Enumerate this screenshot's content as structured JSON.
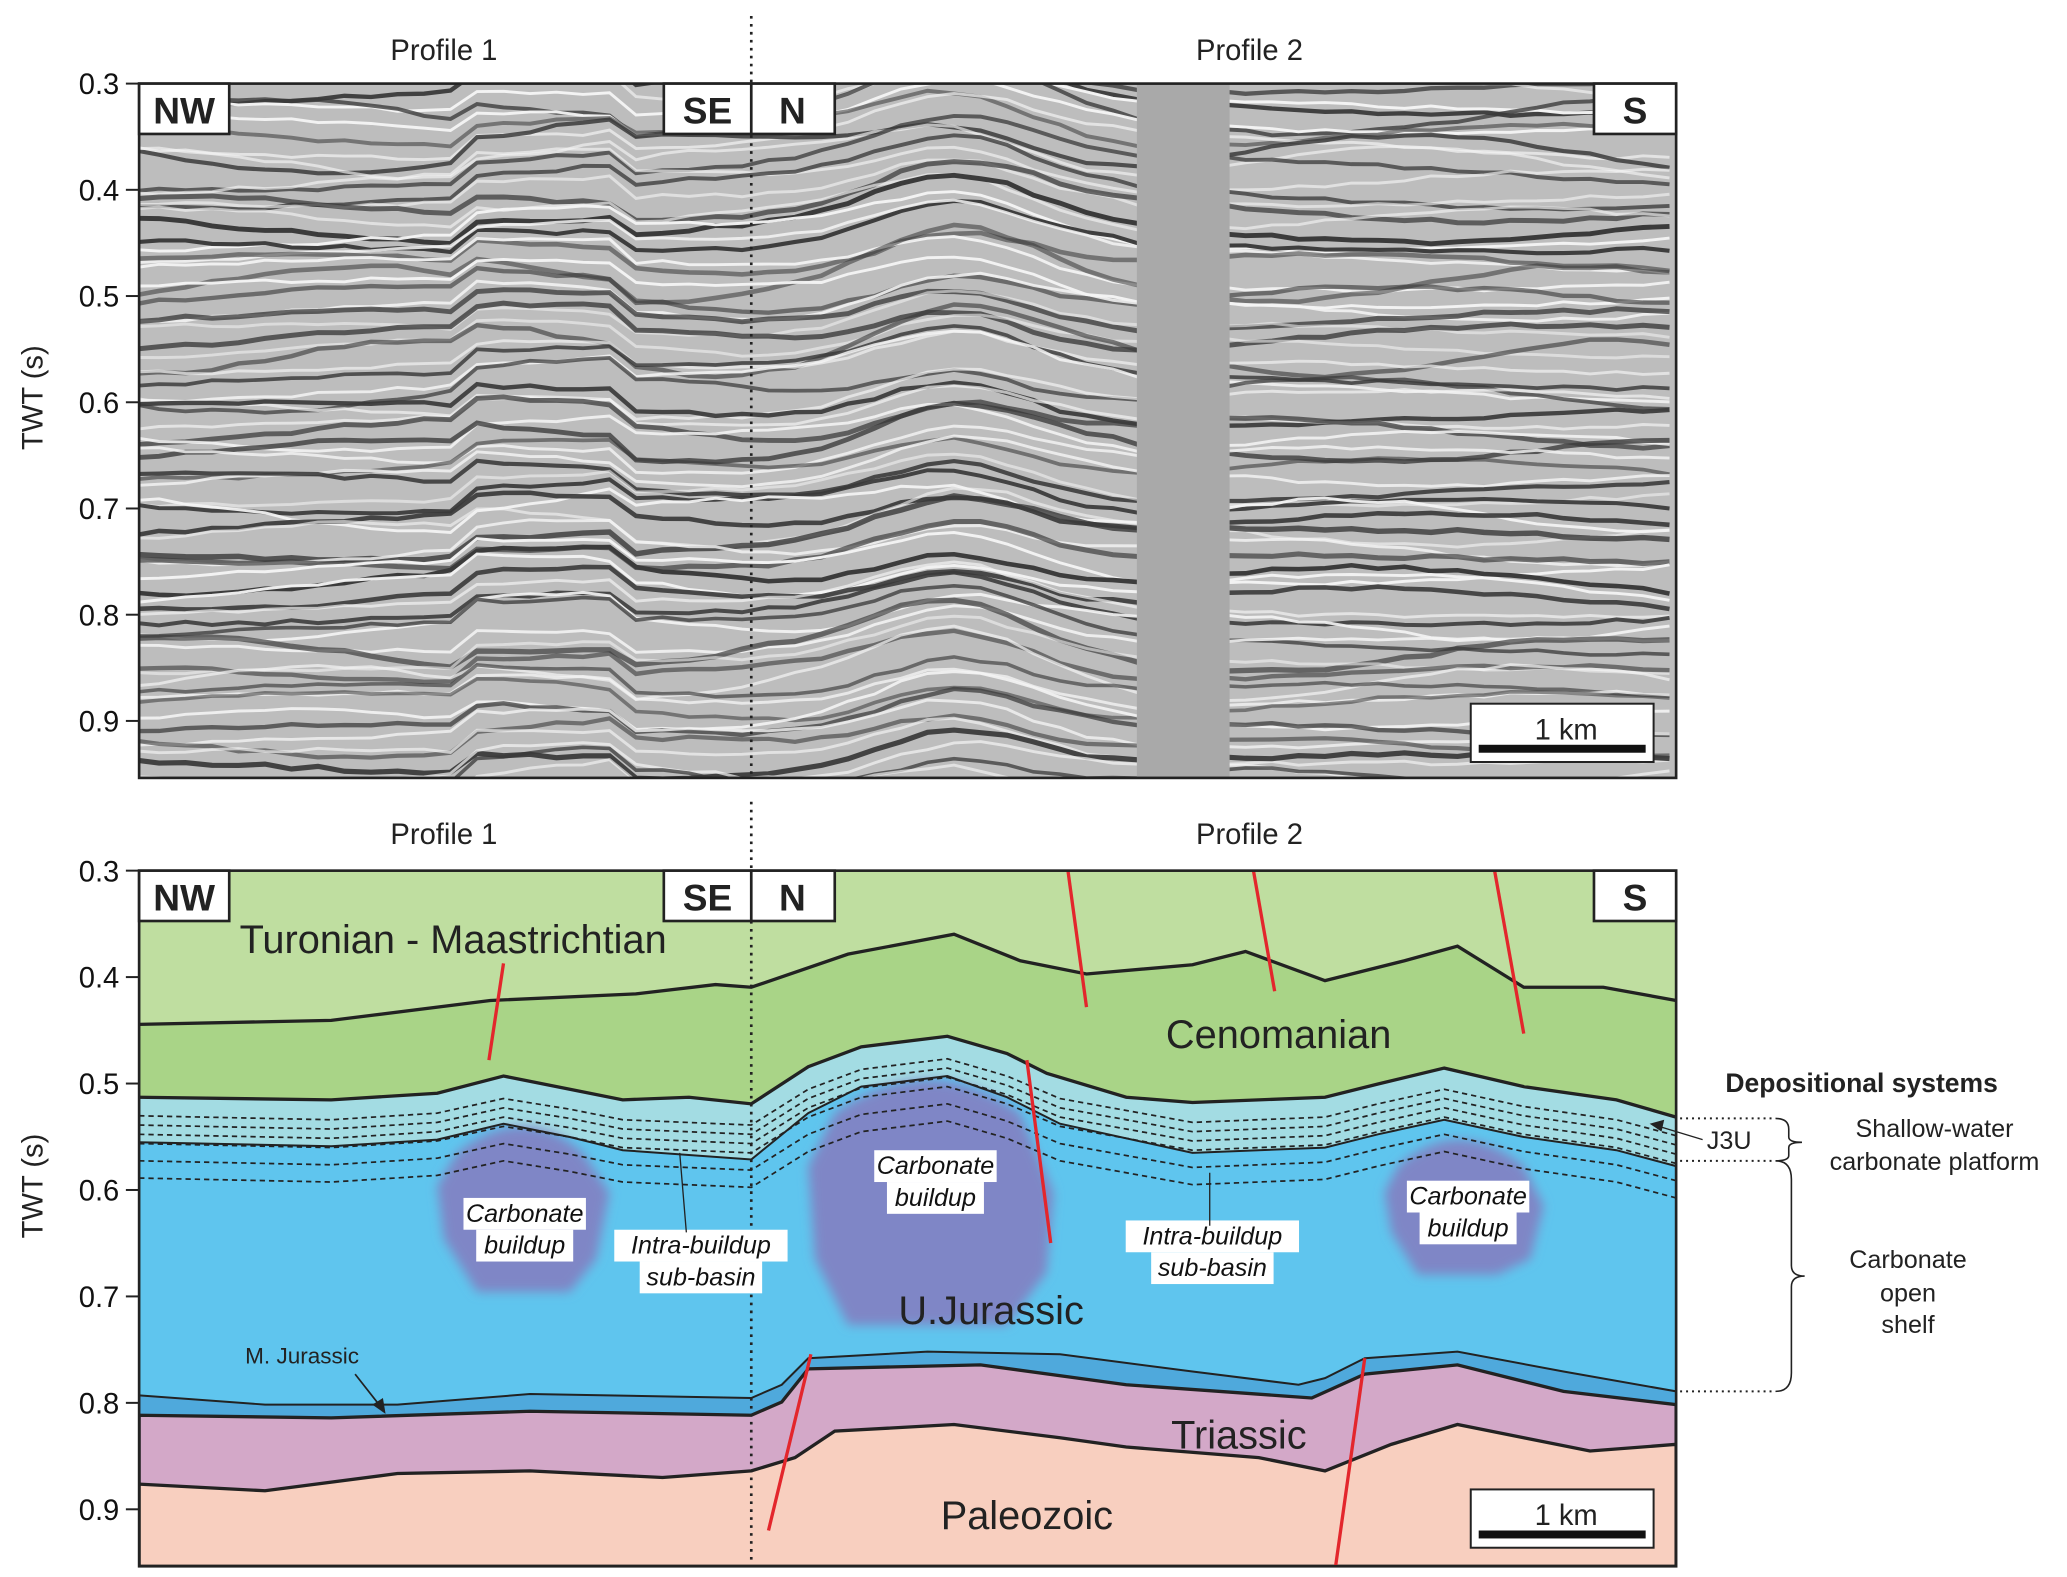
{
  "figure": {
    "y_axis_label": "TWT (s)",
    "y_ticks": [
      "0.3",
      "0.4",
      "0.5",
      "0.6",
      "0.7",
      "0.8",
      "0.9"
    ],
    "scale_bar": "1 km"
  },
  "top_panel": {
    "profile1_title": "Profile 1",
    "profile2_title": "Profile 2",
    "dir_nw": "NW",
    "dir_se": "SE",
    "dir_n": "N",
    "dir_s": "S"
  },
  "bottom_panel": {
    "profile1_title": "Profile 1",
    "profile2_title": "Profile 2",
    "dir_nw": "NW",
    "dir_se": "SE",
    "dir_n": "N",
    "dir_s": "S",
    "units": {
      "turonian": "Turonian - Maastrichtian",
      "cenomanian": "Cenomanian",
      "ujurassic": "U.Jurassic",
      "mjurassic": "M. Jurassic",
      "triassic": "Triassic",
      "paleozoic": "Paleozoic"
    },
    "annotations": {
      "buildup1": [
        "Carbonate",
        "buildup"
      ],
      "buildup2": [
        "Carbonate",
        "buildup"
      ],
      "buildup3": [
        "Carbonate",
        "buildup"
      ],
      "subbasin1": [
        "Intra-buildup",
        "sub-basin"
      ],
      "subbasin2": [
        "Intra-buildup",
        "sub-basin"
      ]
    },
    "colors": {
      "turonian": "#bfdea0",
      "cenomanian": "#a9d487",
      "j3u": "#a3dce3",
      "ujurassic": "#5fc5ee",
      "buildup": "#7f86c6",
      "mjurassic": "#4fa9dc",
      "triassic": "#d3a8c8",
      "paleozoic": "#f8cfbf",
      "fault": "#e3262c"
    }
  },
  "legend": {
    "title": "Depositional systems",
    "j3u": "J3U",
    "shallow": [
      "Shallow-water",
      "carbonate platform"
    ],
    "open_shelf": [
      "Carbonate",
      "open",
      "shelf"
    ]
  }
}
